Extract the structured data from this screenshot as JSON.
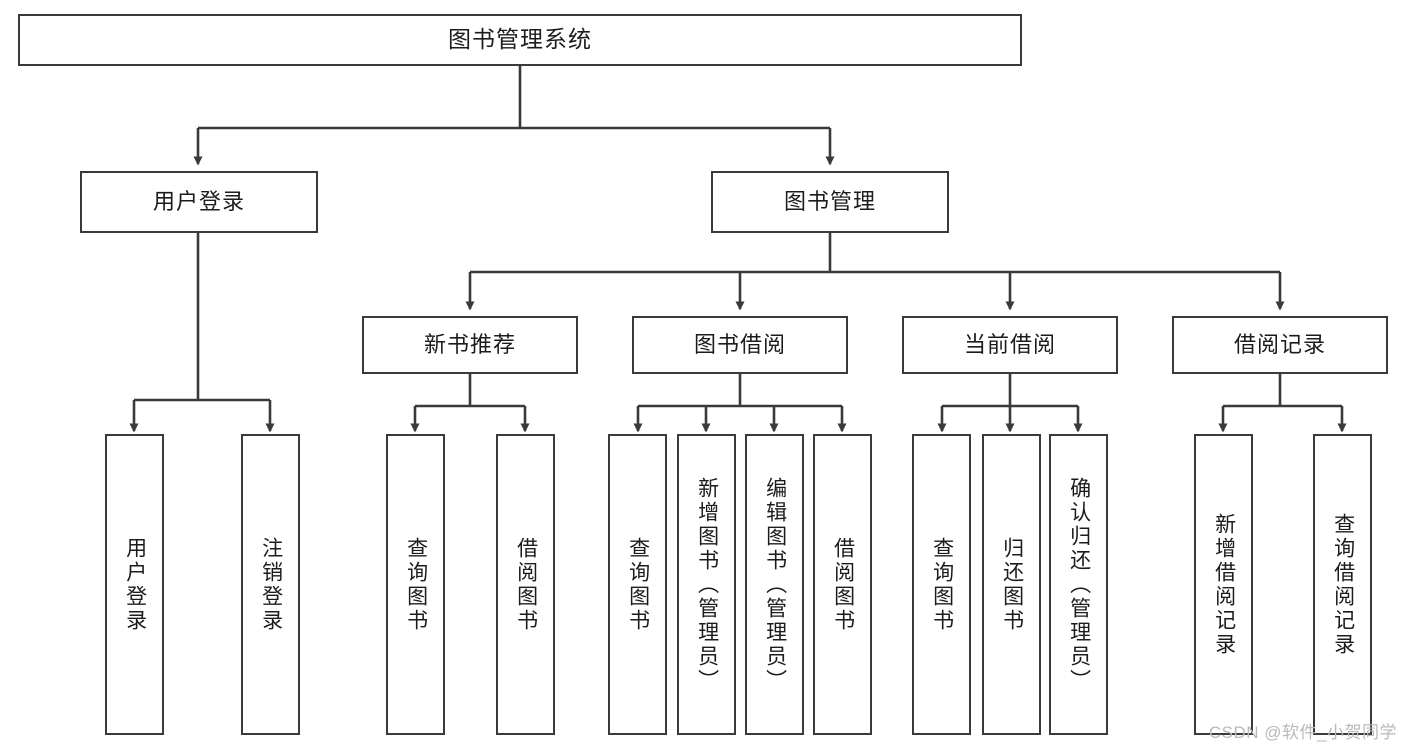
{
  "diagram": {
    "title": "图书管理系统",
    "type": "tree-hierarchy-diagram",
    "watermark": "CSDN @软件_小贺同学",
    "colors": {
      "stroke": "#3a3a3a",
      "fill": "#ffffff",
      "text": "#1c1c1c",
      "watermark": "#b9b9b9"
    },
    "root": {
      "label": "图书管理系统"
    },
    "level2": [
      {
        "label": "用户登录"
      },
      {
        "label": "图书管理"
      }
    ],
    "level3": [
      {
        "label": "新书推荐"
      },
      {
        "label": "图书借阅"
      },
      {
        "label": "当前借阅"
      },
      {
        "label": "借阅记录"
      }
    ],
    "leaves": {
      "user_login": [
        {
          "label": "用户登录"
        },
        {
          "label": "注销登录"
        }
      ],
      "new_book_recommend": [
        {
          "label": "查询图书"
        },
        {
          "label": "借阅图书"
        }
      ],
      "book_borrow": [
        {
          "label": "查询图书"
        },
        {
          "label": "新增图书（管理员）"
        },
        {
          "label": "编辑图书（管理员）"
        },
        {
          "label": "借阅图书"
        }
      ],
      "current_borrow": [
        {
          "label": "查询图书"
        },
        {
          "label": "归还图书"
        },
        {
          "label": "确认归还（管理员）"
        }
      ],
      "borrow_record": [
        {
          "label": "新增借阅记录"
        },
        {
          "label": "查询借阅记录"
        }
      ]
    }
  }
}
